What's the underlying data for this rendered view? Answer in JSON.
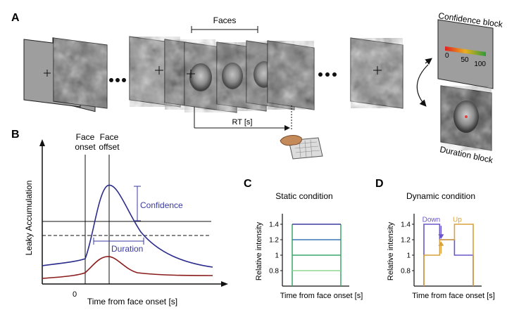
{
  "panels": {
    "a": "A",
    "b": "B",
    "c": "C",
    "d": "D"
  },
  "panel_a": {
    "faces_label": "Faces",
    "rt_label": "RT [s]",
    "confidence_block": "Confidence block",
    "duration_block": "Duration block",
    "scale": {
      "min": "0",
      "mid": "50",
      "max": "100"
    }
  },
  "panel_b": {
    "face_onset": [
      "Face",
      "onset"
    ],
    "face_offset": [
      "Face",
      "offset"
    ],
    "ylabel": "Leaky Accumulation",
    "xlabel": "Time from face onset [s]",
    "zero_tick": "0",
    "confidence": "Confidence",
    "duration": "Duration",
    "colors": {
      "blue": "#2b2b8c",
      "red": "#8b1a1a",
      "annot": "#3a3aa0"
    }
  },
  "chart_data": [
    {
      "type": "line",
      "title": "Static condition",
      "xlabel": "Time from face onset [s]",
      "ylabel": "Relative intensity",
      "yticks": [
        "0.8",
        "1",
        "1.2",
        "1.4"
      ],
      "ylim": [
        0.6,
        1.5
      ],
      "series": [
        {
          "value": 1.4,
          "color": "#3b3b9e"
        },
        {
          "value": 1.2,
          "color": "#3a79b5"
        },
        {
          "value": 1.0,
          "color": "#3aa66a"
        },
        {
          "value": 0.8,
          "color": "#8fd88f"
        }
      ]
    },
    {
      "type": "line",
      "title": "Dynamic condition",
      "xlabel": "Time from face onset [s]",
      "ylabel": "Relative intensity",
      "yticks": [
        "0.8",
        "1",
        "1.2",
        "1.4"
      ],
      "ylim": [
        0.6,
        1.5
      ],
      "series": [
        {
          "name": "Down",
          "color": "#6a55c8",
          "points": [
            [
              0,
              0.6
            ],
            [
              0,
              1.4
            ],
            [
              1,
              1.4
            ],
            [
              1,
              1.2
            ],
            [
              2,
              1.2
            ],
            [
              2,
              1.0
            ],
            [
              3,
              1.0
            ],
            [
              3,
              0.6
            ]
          ]
        },
        {
          "name": "Up",
          "color": "#d9a23a",
          "points": [
            [
              0,
              0.6
            ],
            [
              0,
              1.0
            ],
            [
              1,
              1.0
            ],
            [
              1,
              1.2
            ],
            [
              2,
              1.2
            ],
            [
              2,
              1.4
            ],
            [
              3,
              1.4
            ],
            [
              3,
              0.6
            ]
          ]
        }
      ]
    }
  ]
}
